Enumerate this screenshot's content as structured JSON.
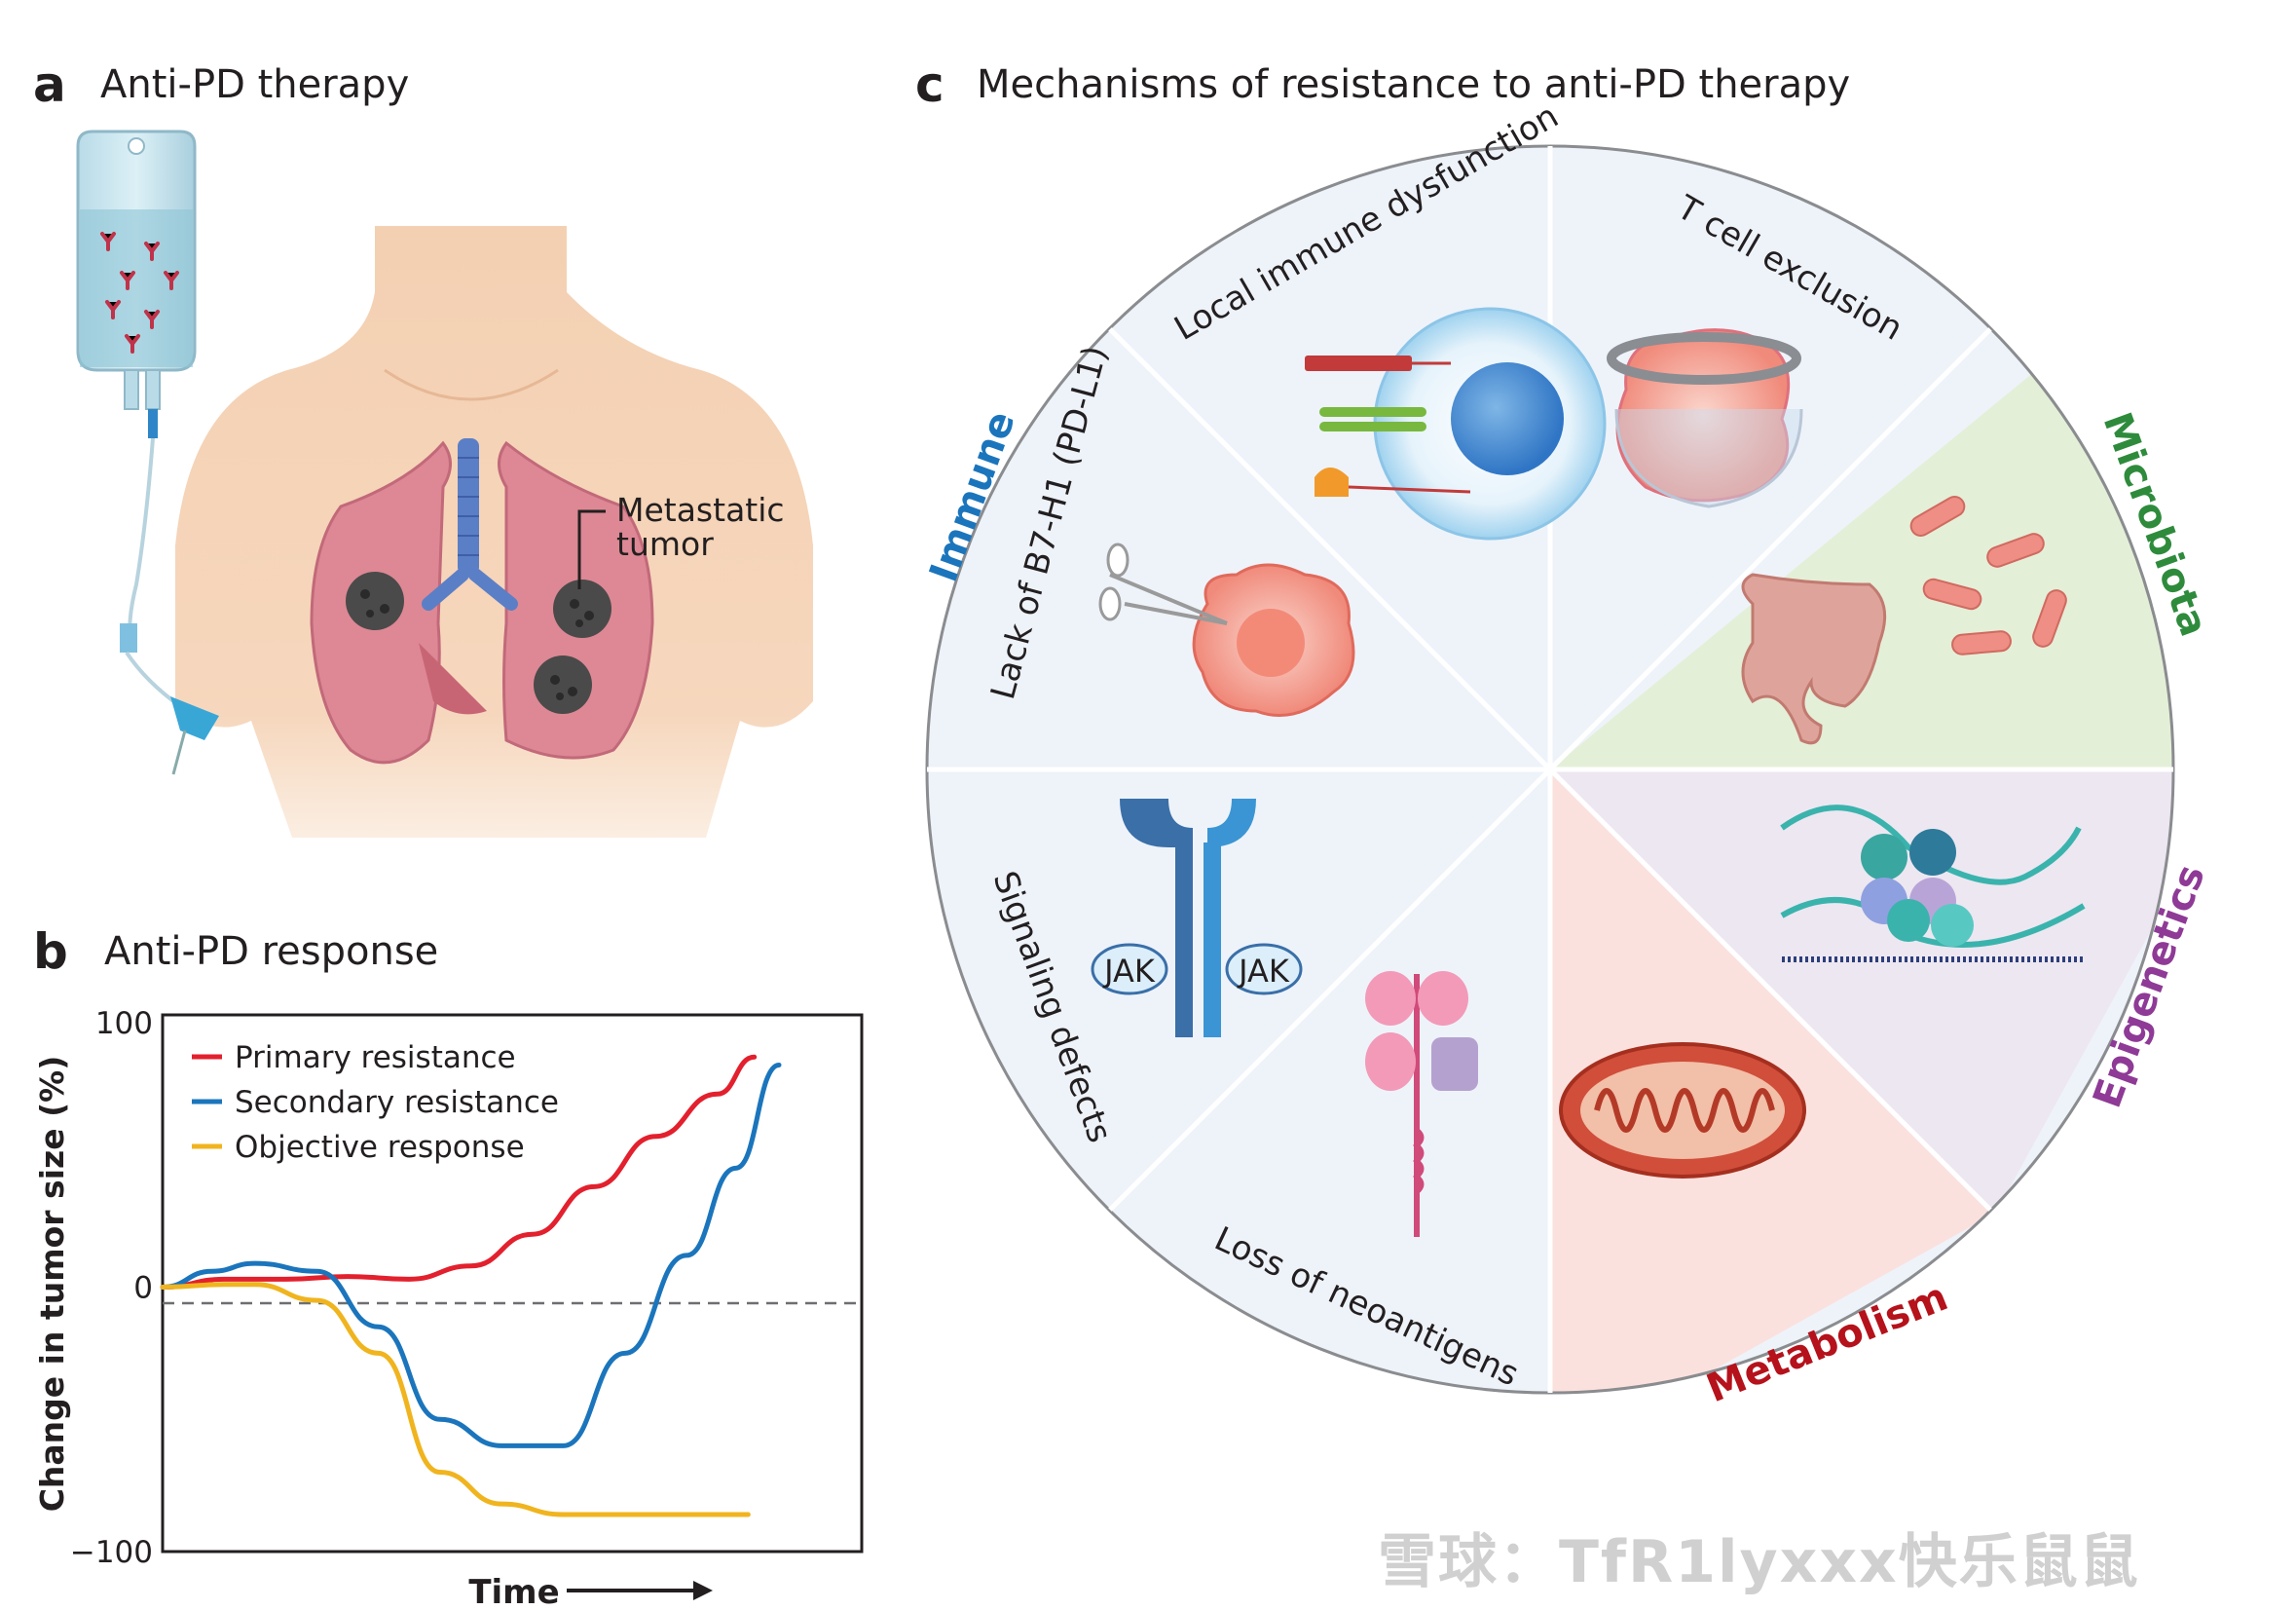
{
  "panel_a": {
    "letter": "a",
    "title": "Anti-PD therapy",
    "tumor_label_line1": "Metastatic",
    "tumor_label_line2": "tumor"
  },
  "panel_b": {
    "letter": "b",
    "title": "Anti-PD response"
  },
  "panel_c": {
    "letter": "c",
    "title": "Mechanisms of resistance to anti-PD therapy",
    "categories": {
      "immune": "Immune",
      "microbiota": "Microbiota",
      "epigenetics": "Epigenetics",
      "metabolism": "Metabolism"
    },
    "sectors": {
      "local_immune": "Local immune dysfunction",
      "t_cell_exclusion": "T cell exclusion",
      "lack_b7h1": "Lack of B7-H1 (PD-L1)",
      "signaling_defects": "Signaling defects",
      "loss_neoantigens": "Loss of neoantigens",
      "jak1": "JAK",
      "jak2": "JAK"
    },
    "colors": {
      "immune": "#1b75bc",
      "microbiota": "#2e8b3c",
      "epigenetics": "#8e3a96",
      "metabolism": "#b5121b",
      "immune_bg": "#eef3fa",
      "microbiota_bg": "#e4efd8",
      "epigenetics_bg": "#ede7f1",
      "metabolism_bg": "#fbe1de"
    }
  },
  "chart_data": {
    "type": "line",
    "title": "",
    "xlabel": "Time",
    "ylabel": "Change in tumor size (%)",
    "ylim": [
      -100,
      100
    ],
    "y_ticks": [
      "100",
      "0",
      "−100"
    ],
    "reference_line": 0,
    "legend_position": "top-left",
    "series": [
      {
        "name": "Primary resistance",
        "color": "#e3202d",
        "x": [
          0,
          0.1,
          0.2,
          0.3,
          0.4,
          0.5,
          0.6,
          0.7,
          0.8,
          0.9,
          0.96
        ],
        "y": [
          0,
          3,
          3,
          4,
          3,
          8,
          20,
          38,
          57,
          73,
          87
        ]
      },
      {
        "name": "Secondary resistance",
        "color": "#1b75bc",
        "x": [
          0,
          0.08,
          0.15,
          0.25,
          0.35,
          0.45,
          0.55,
          0.65,
          0.75,
          0.85,
          0.93,
          1.0
        ],
        "y": [
          0,
          6,
          9,
          6,
          -15,
          -50,
          -60,
          -60,
          -25,
          12,
          45,
          84
        ]
      },
      {
        "name": "Objective response",
        "color": "#f0b41e",
        "x": [
          0,
          0.1,
          0.15,
          0.25,
          0.35,
          0.45,
          0.55,
          0.65,
          0.75,
          0.85,
          0.95
        ],
        "y": [
          0,
          1,
          1,
          -5,
          -25,
          -70,
          -82,
          -86,
          -86,
          -86,
          -86
        ]
      }
    ]
  },
  "watermark": "雪球：TfR1lyxxx快乐鼠鼠"
}
